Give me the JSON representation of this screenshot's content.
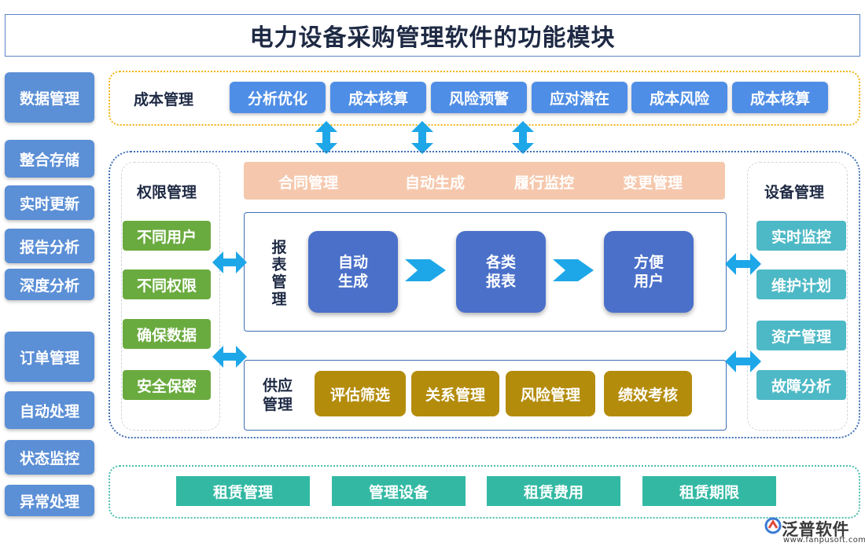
{
  "title": "电力设备采购管理软件的功能模块",
  "left_column": [
    "数据管理",
    "整合存储",
    "实时更新",
    "报告分析",
    "深度分析",
    "订单管理",
    "自动处理",
    "状态监控",
    "异常处理"
  ],
  "cost": {
    "label": "成本管理",
    "items": [
      "分析优化",
      "成本核算",
      "风险预警",
      "应对潜在",
      "成本风险",
      "成本核算"
    ]
  },
  "permission": {
    "title": "权限管理",
    "items": [
      "不同用户",
      "不同权限",
      "确保数据",
      "安全保密"
    ]
  },
  "contract": {
    "items": [
      "合同管理",
      "自动生成",
      "履行监控",
      "变更管理"
    ]
  },
  "report": {
    "label": "报表管理",
    "steps": [
      "自动\n生成",
      "各类\n报表",
      "方便\n用户"
    ]
  },
  "supply": {
    "label": "供应\n管理",
    "items": [
      "评估筛选",
      "关系管理",
      "风险管理",
      "绩效考核"
    ]
  },
  "equipment": {
    "title": "设备管理",
    "items": [
      "实时监控",
      "维护计划",
      "资产管理",
      "故障分析"
    ]
  },
  "lease": {
    "items": [
      "租赁管理",
      "管理设备",
      "租赁费用",
      "租赁期限"
    ]
  },
  "logo": {
    "name": "泛普软件",
    "url": "www.fanpusoft.com"
  },
  "colors": {
    "left_blue": "#5b8fd6",
    "cost_blue": "#4f8ee6",
    "green": "#6aab3f",
    "teal": "#4eb9c6",
    "gold": "#b48c0c",
    "lease_green": "#33b9a3",
    "arrow": "#1ea7e8"
  }
}
